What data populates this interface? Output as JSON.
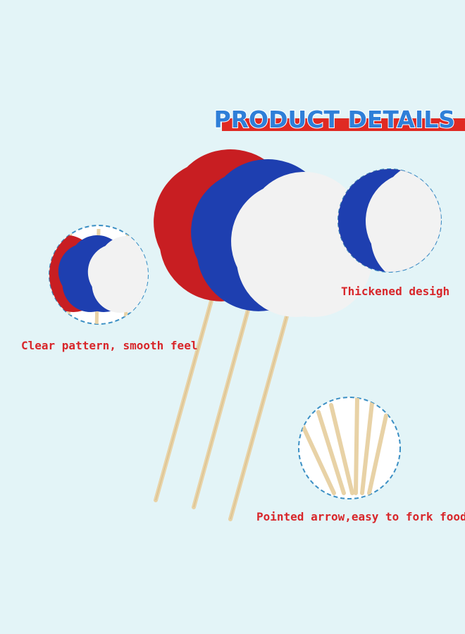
{
  "header": {
    "title": "PRODUCT DETAILS"
  },
  "captions": {
    "left": "Clear pattern, smooth feel",
    "right_top": "Thickened desigh",
    "right_bottom": "Pointed arrow,easy to fork food"
  },
  "colors": {
    "accent_red": "#e02a23",
    "title_blue": "#2f7fd8",
    "caption_red": "#d8262a",
    "star_red": "#c81e22",
    "star_blue": "#1e3fb0",
    "star_white": "#f2f2f2",
    "bamboo": "#e8d2a6",
    "dashed_circle": "#3b8fc4",
    "background_star": "#e3f4f7"
  },
  "icons": [
    "star-icon",
    "bamboo-skewer"
  ]
}
